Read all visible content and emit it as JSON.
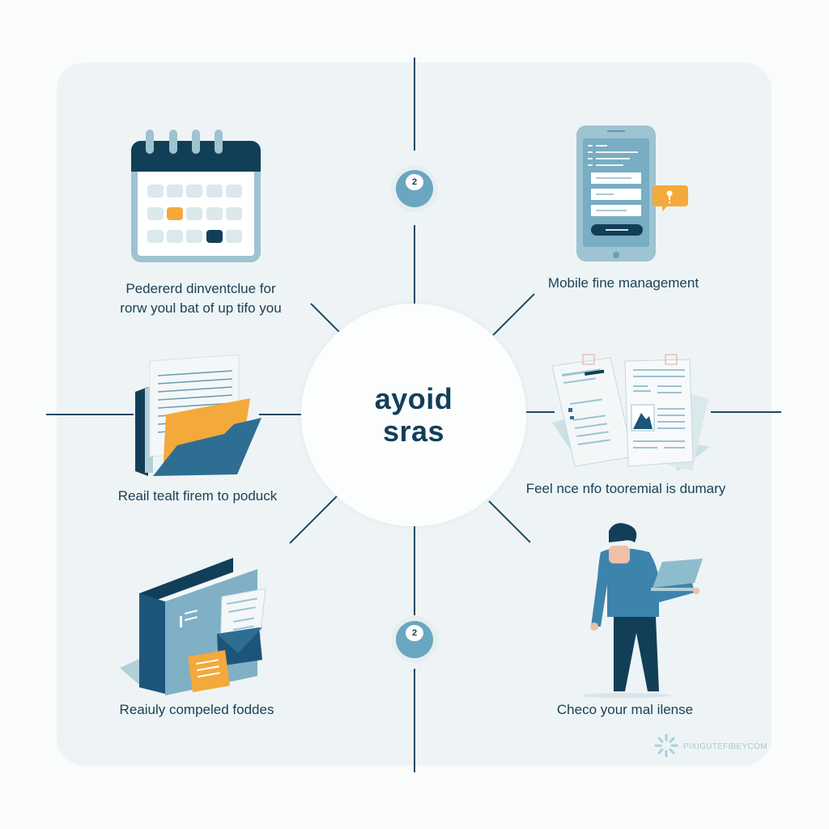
{
  "diagram": {
    "type": "hub-and-spoke infographic",
    "hub": {
      "title_line1": "ayoid",
      "title_line2": "sras"
    },
    "markers": [
      {
        "position": "top",
        "number": "2"
      },
      {
        "position": "bottom",
        "number": "2"
      }
    ],
    "items": [
      {
        "position": "top-left",
        "icon": "calendar-icon",
        "label_line1": "Pedererd dinventclue for",
        "label_line2": "rorw youl bat of up tifo you"
      },
      {
        "position": "top-right",
        "icon": "mobile-phone-icon",
        "label_line1": "Mobile fine management"
      },
      {
        "position": "middle-left",
        "icon": "folder-documents-icon",
        "label_line1": "Reail tealt firem to poduck"
      },
      {
        "position": "middle-right",
        "icon": "documents-report-icon",
        "label_line1": "Feel nce nfo tooremial is dumary"
      },
      {
        "position": "bottom-left",
        "icon": "binder-folder-icon",
        "label_line1": "Reaiuly compeled foddes"
      },
      {
        "position": "bottom-right",
        "icon": "person-laptop-icon",
        "label_line1": "Checo your mal ilense"
      }
    ],
    "watermark": {
      "icon": "sunburst-logo-icon",
      "text": "PIXIGUTEFIBEYCOM"
    }
  },
  "colors": {
    "background": "#fafcfc",
    "panel": "#eef4f5",
    "navy": "#123f58",
    "steel_blue": "#2e6e93",
    "light_blue": "#9ec3d1",
    "accent_orange": "#f4a93b",
    "text": "#1b4158"
  }
}
